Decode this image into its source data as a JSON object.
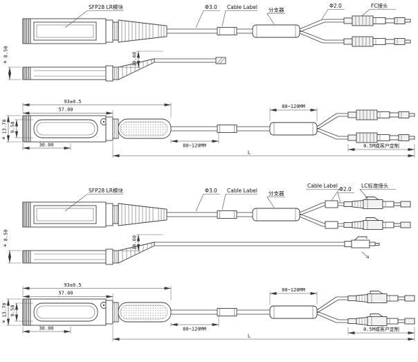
{
  "style": {
    "background": "#ffffff",
    "ink": "#3a3a3a"
  },
  "fc": {
    "callouts": {
      "module": "SFP28 LR模块",
      "cable_diameter": "Φ3.0",
      "cable_label": "Cable Label",
      "splitter": "分支器",
      "fiber_diameter": "Φ2.0",
      "connector": "FC接头"
    },
    "dims": {
      "module_height": "8.50",
      "boot_height": "10.60",
      "overall_module": "93±0.5",
      "housing_length": "57.00",
      "front_length": "30.00",
      "module_width": "13.70",
      "inner_width": "9.50",
      "branch_length": "80~120MM",
      "label_distance": "80~120MM",
      "tail_length": "0.5M或客户定制",
      "total_length": "L",
      "star": "*"
    }
  },
  "lc": {
    "callouts": {
      "module": "SFP28 LR模块",
      "cable_diameter": "Φ3.0",
      "cable_label": "Cable Label",
      "splitter": "分支器",
      "cable_label2": "Cable Label",
      "fiber_diameter": "Φ2.0",
      "connector": "LC标准接头"
    },
    "dims": {
      "module_height": "8.50",
      "boot_height": "10.60",
      "overall_module": "93±0.5",
      "housing_length": "57.00",
      "front_length": "30.00",
      "module_width": "13.70",
      "inner_width": "9.50",
      "branch_length": "80~120MM",
      "label_distance": "80~120MM",
      "tail_length": "0.5M或客户定制",
      "total_length": "L",
      "star": "*"
    }
  }
}
